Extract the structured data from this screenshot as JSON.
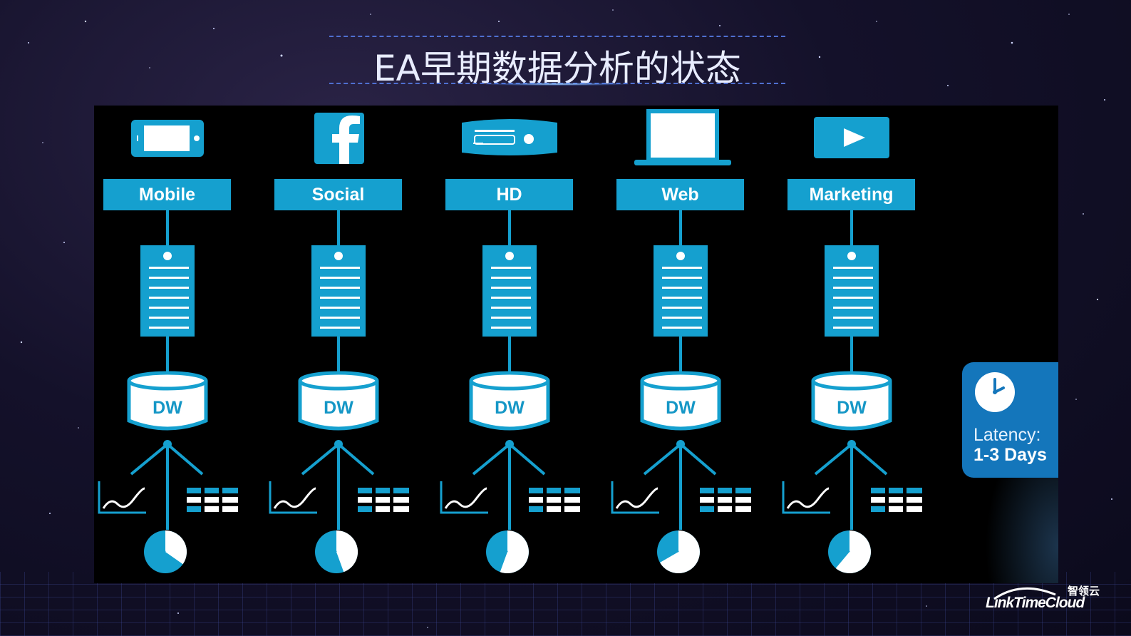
{
  "title": "EA早期数据分析的状态",
  "colors": {
    "accent": "#15a0cf",
    "latency_bg": "#1476bb",
    "panel_bg": "#000000",
    "title": "#e8ecff"
  },
  "sources": [
    {
      "label": "Mobile",
      "icon": "mobile-icon",
      "store": "DW",
      "trend_icon": "line-chart-icon",
      "table_icon": "table-icon",
      "pie_icon": "pie-chart-icon"
    },
    {
      "label": "Social",
      "icon": "facebook-icon",
      "store": "DW",
      "trend_icon": "line-chart-icon",
      "table_icon": "table-icon",
      "pie_icon": "pie-chart-icon"
    },
    {
      "label": "HD",
      "icon": "console-icon",
      "store": "DW",
      "trend_icon": "line-chart-icon",
      "table_icon": "table-icon",
      "pie_icon": "pie-chart-icon"
    },
    {
      "label": "Web",
      "icon": "laptop-icon",
      "store": "DW",
      "trend_icon": "line-chart-icon",
      "table_icon": "table-icon",
      "pie_icon": "pie-chart-icon"
    },
    {
      "label": "Marketing",
      "icon": "play-icon",
      "store": "DW",
      "trend_icon": "line-chart-icon",
      "table_icon": "table-icon",
      "pie_icon": "pie-chart-icon"
    }
  ],
  "latency": {
    "icon": "clock-icon",
    "label": "Latency:",
    "value": "1-3 Days"
  },
  "logo": {
    "cn": "智领云",
    "en": "LinkTimeCloud"
  }
}
